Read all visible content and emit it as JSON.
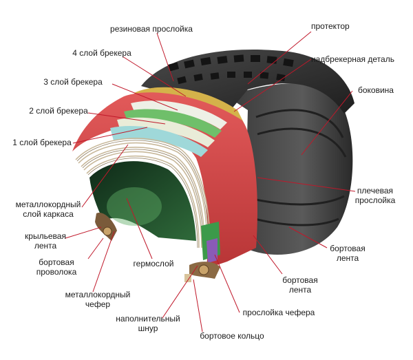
{
  "labels": {
    "rubber_layer": "резиновая прослойка",
    "tread": "протектор",
    "belt_4": "4 слой брекера",
    "overbelt_part": "надбрекерная деталь",
    "belt_3": "3 слой брекера",
    "sidewall": "боковина",
    "belt_2": "2 слой брекера",
    "belt_1": "1 слой брекера",
    "shoulder_layer_1": "плечевая",
    "shoulder_layer_2": "прослойка",
    "carcass_ply_1": "металлокордный",
    "carcass_ply_2": "слой каркаса",
    "wing_strip_1": "крыльевая",
    "wing_strip_2": "лента",
    "bead_tape_right_1": "бортовая",
    "bead_tape_right_2": "лента",
    "bead_wire_1": "бортовая",
    "bead_wire_2": "проволока",
    "inner_liner": "гермослой",
    "bead_tape_mid_1": "бортовая",
    "bead_tape_mid_2": "лента",
    "steel_chafer_1": "металлокордный",
    "steel_chafer_2": "чефер",
    "chafer_layer": "прослойка чефера",
    "filler_cord_1": "наполнительный",
    "filler_cord_2": "шнур",
    "bead_ring": "бортовое кольцо"
  },
  "colors": {
    "tread_rubber": "#2b2b2b",
    "red_layer": "#d9494a",
    "gold_layer": "#d4b24a",
    "green_layer": "#6fbf6a",
    "cyan_layer": "#9fd8d9",
    "leader_line": "#c0182a"
  }
}
